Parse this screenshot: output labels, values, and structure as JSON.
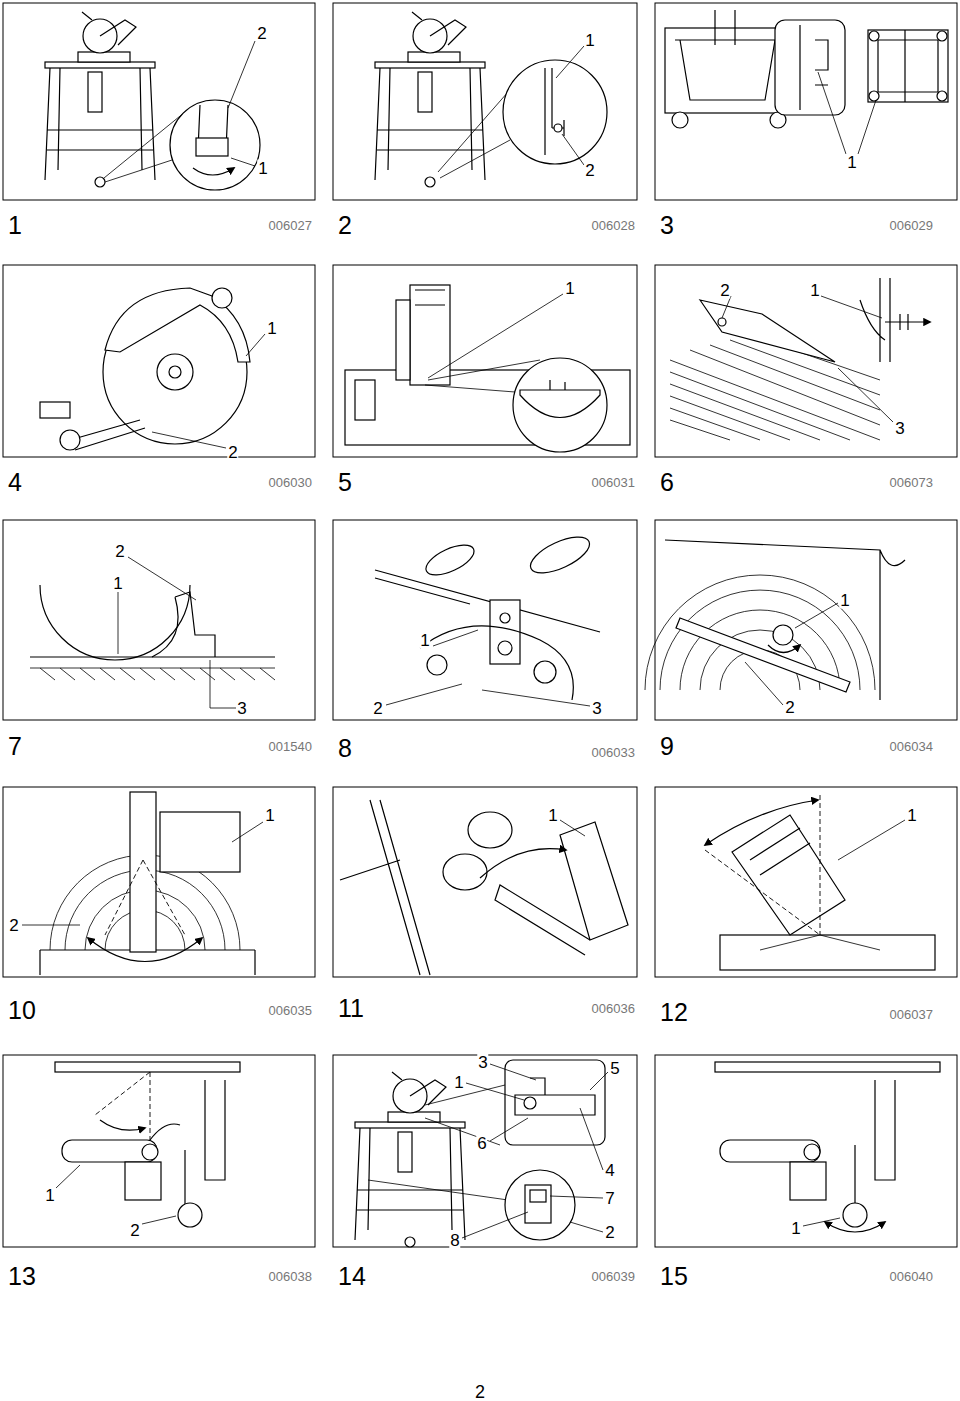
{
  "diagram": {
    "labels": [
      "2",
      "1",
      "1",
      "006027",
      "1",
      "2",
      "2",
      "006028",
      "1",
      "3",
      "006029",
      "1",
      "2",
      "4",
      "006030",
      "1",
      "5",
      "006031",
      "2",
      "1",
      "3",
      "6",
      "006073",
      "2",
      "1",
      "3",
      "7",
      "001540",
      "1",
      "2",
      "3",
      "8",
      "006033",
      "1",
      "2",
      "9",
      "006034",
      "1",
      "2",
      "10",
      "006035",
      "1",
      "11",
      "006036",
      "1",
      "12",
      "006037",
      "1",
      "2",
      "13",
      "006038",
      "3",
      "1",
      "5",
      "6",
      "4",
      "7",
      "8",
      "2",
      "14",
      "006039",
      "1",
      "15",
      "006040",
      "2"
    ]
  }
}
